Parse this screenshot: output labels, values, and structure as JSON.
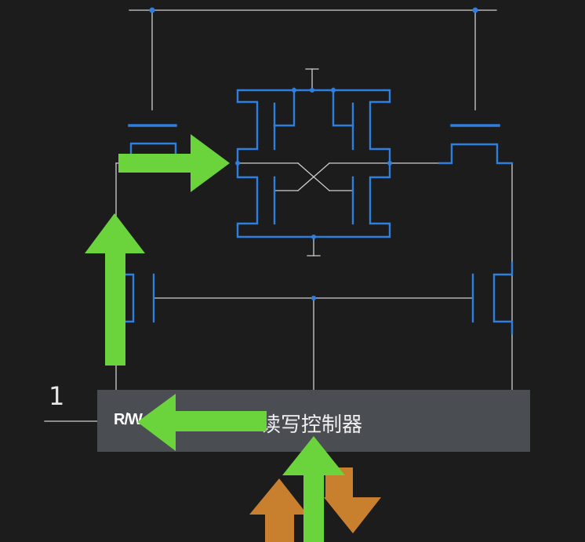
{
  "diagram": {
    "label_one": "1",
    "controller": {
      "rw_label": "R/W",
      "name": "读写控制器"
    },
    "colors": {
      "background": "#1c1c1c",
      "wire": "#cfcfcf",
      "transistor": "#2f7fe0",
      "controller_box": "#4a4d52",
      "arrow_green": "#6bd43c",
      "arrow_orange": "#c87f2e"
    }
  }
}
